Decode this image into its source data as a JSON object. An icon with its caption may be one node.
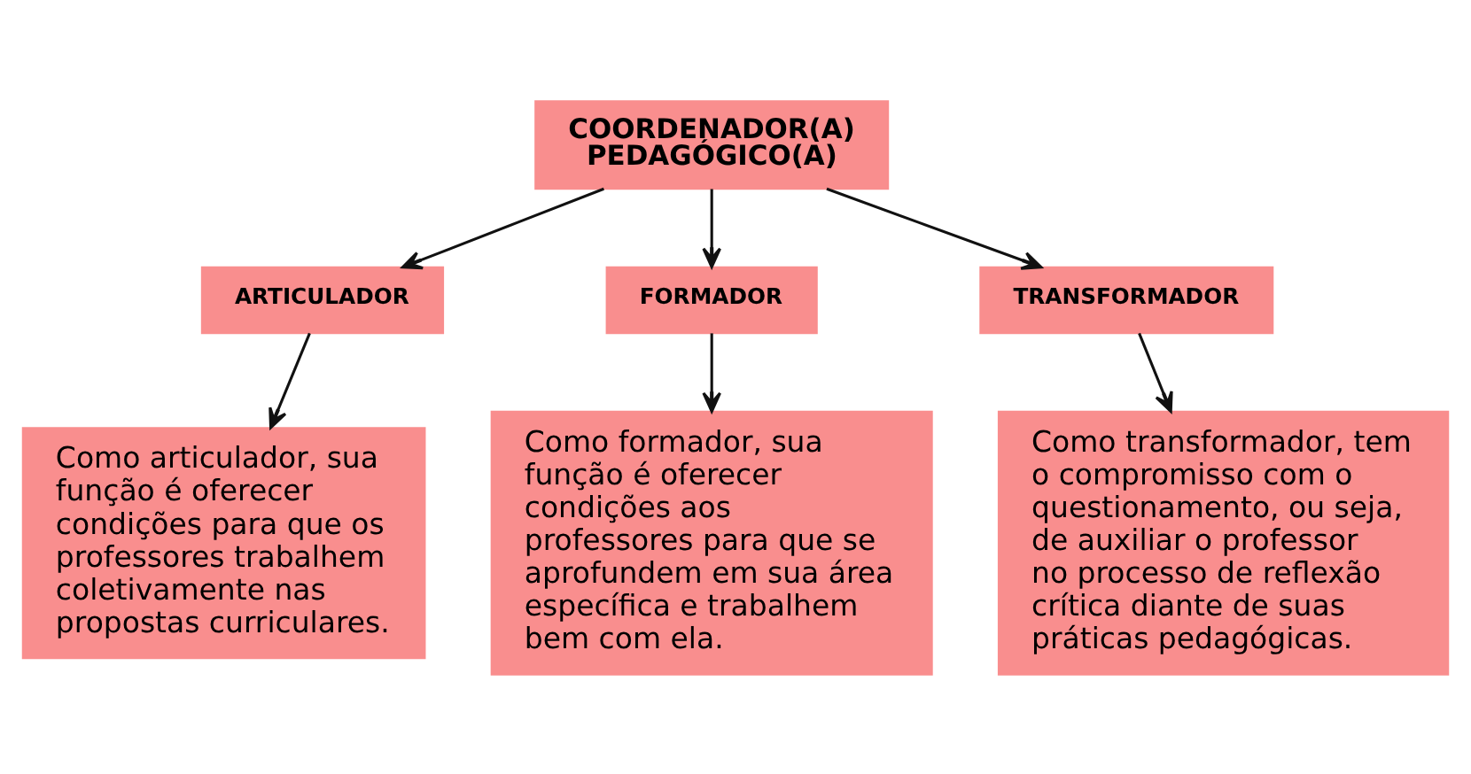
{
  "diagram": {
    "nodes": [
      {
        "text": [
          "COORDENADOR(A) PEDAGÓGICO(A)"
        ]
      },
      {
        "text": [
          "ARTICULADOR"
        ]
      },
      {
        "text": [
          "FORMADOR"
        ]
      },
      {
        "text": [
          "TRANSFORMADOR"
        ]
      },
      {
        "text": [
          "Como articulador, sua função é oferecer condições para que os professores trabalhem coletivamente nas propostas curriculares."
        ]
      },
      {
        "text": [
          "Como formador, sua função é oferecer condições aos professores para que se aprofundem em sua área específica e trabalhem bem com ela."
        ]
      },
      {
        "text": [
          "Como transformador, tem o compromisso com o questionamento, ou seja, de auxiliar o professor no processo de reflexão crítica diante de suas práticas pedagógicas."
        ]
      }
    ],
    "edges": [
      {
        "from": 0,
        "to": 1,
        "arrow": "to"
      },
      {
        "from": 0,
        "to": 2,
        "arrow": "to"
      },
      {
        "from": 0,
        "to": 3,
        "arrow": "to"
      },
      {
        "from": 1,
        "to": 4,
        "arrow": "to"
      },
      {
        "from": 2,
        "to": 5,
        "arrow": "to"
      },
      {
        "from": 3,
        "to": 6,
        "arrow": "to"
      }
    ]
  }
}
